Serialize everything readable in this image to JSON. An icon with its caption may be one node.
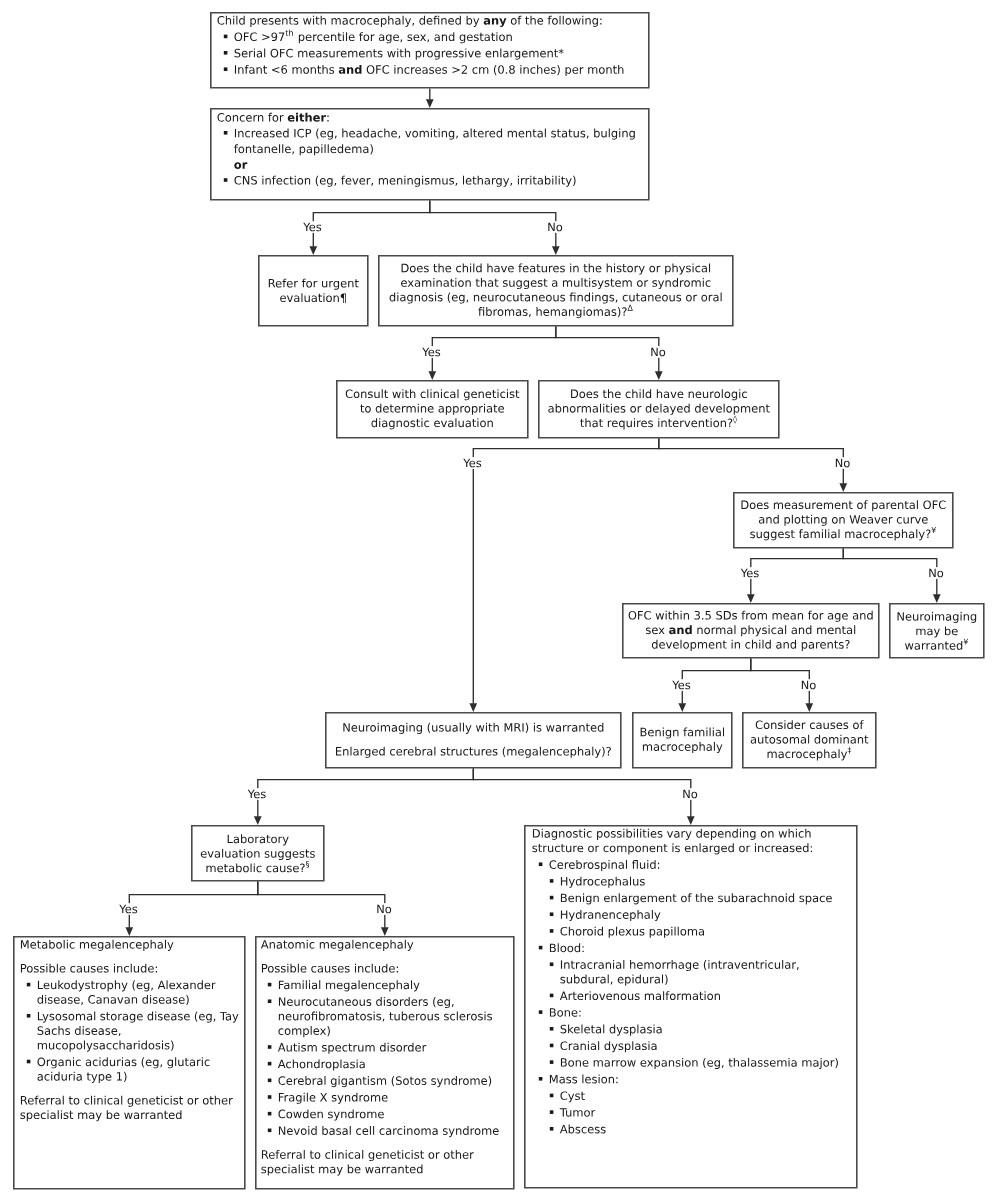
{
  "diagram": {
    "nodes": [
      {
        "text": [
          "Child presents with macrocephaly, defined by **any** of the following:",
          "OFC >97$^{th}$ percentile for age, sex, and gestation",
          "Serial OFC measurements with progressive enlargement*",
          "Infant <6 months **and** OFC increases >2 cm (0.8 inches) per month"
        ]
      },
      {
        "text": [
          "Concern for **either**:",
          "Increased ICP (eg, headache, vomiting, altered mental status, bulging fontanelle, papilledema)",
          "or",
          "CNS infection (eg, fever, meningismus, lethargy, irritability)"
        ]
      },
      {
        "text": [
          "Refer for urgent evaluation¶"
        ]
      },
      {
        "text": [
          "Does the child have features in the history or physical examination that suggest a multisystem or syndromic diagnosis (eg, neurocutaneous findings, cutaneous or oral fibromas, hemangiomas)?$^{Δ}$"
        ]
      },
      {
        "text": [
          "Consult with clinical geneticist to determine appropriate diagnostic evaluation"
        ]
      },
      {
        "text": [
          "Does the child have neurologic abnormalities or delayed development that requires intervention?$^{◊}$"
        ]
      },
      {
        "text": [
          "Does measurement of parental OFC and plotting on Weaver curve suggest familial macrocephaly?$^{¥}$"
        ]
      },
      {
        "text": [
          "OFC within 3.5 SDs from mean for age and sex **and** normal physical and mental development in child and parents?"
        ]
      },
      {
        "text": [
          "Neuroimaging may be warranted$^{¥}$"
        ]
      },
      {
        "text": [
          "Neuroimaging (usually with MRI) is warranted",
          "Enlarged cerebral structures (megalencephaly)?"
        ]
      },
      {
        "text": [
          "Benign familial macrocephaly"
        ]
      },
      {
        "text": [
          "Consider causes of autosomal dominant macrocephaly$^{‡}$"
        ]
      },
      {
        "text": [
          "Laboratory evaluation suggests metabolic cause?$^{§}$"
        ]
      },
      {
        "text": [
          "Diagnostic possibilities vary depending on which structure or component is enlarged or increased:",
          "Cerebrospinal fluid:",
          "Hydrocephalus",
          "Benign enlargement of the subarachnoid space",
          "Hydranencephaly",
          "Choroid plexus papilloma",
          "Blood:",
          "Intracranial hemorrhage (intraventricular, subdural, epidural)",
          "Arteriovenous malformation",
          "Bone:",
          "Skeletal dysplasia",
          "Cranial dysplasia",
          "Bone marrow expansion (eg, thalassemia major)",
          "Mass lesion:",
          "Cyst",
          "Tumor",
          "Abscess"
        ]
      },
      {
        "text": [
          "Metabolic megalencephaly",
          "Possible causes include:",
          "Leukodystrophy (eg, Alexander disease, Canavan disease)",
          "Lysosomal storage disease (eg, Tay Sachs disease, mucopolysaccharidosis)",
          "Organic acidurias (eg, glutaric aciduria type 1)",
          "Referral to clinical geneticist or other specialist may be warranted"
        ]
      },
      {
        "text": [
          "Anatomic megalencephaly",
          "Possible causes include:",
          "Familial megalencephaly",
          "Neurocutaneous disorders (eg, neurofibromatosis, tuberous sclerosis complex)",
          "Autism spectrum disorder",
          "Achondroplasia",
          "Cerebral gigantism (Sotos syndrome)",
          "Fragile X syndrome",
          "Cowden syndrome",
          "Nevoid basal cell carcinoma syndrome",
          "Referral to clinical geneticist or other specialist may be warranted"
        ]
      }
    ],
    "edges": [
      {
        "from": 0,
        "to": 1,
        "arrow": "to"
      },
      {
        "from": 1,
        "to": 2,
        "arrow": "to",
        "label": "Yes"
      },
      {
        "from": 1,
        "to": 3,
        "arrow": "to",
        "label": "No"
      },
      {
        "from": 3,
        "to": 4,
        "arrow": "to",
        "label": "Yes"
      },
      {
        "from": 3,
        "to": 5,
        "arrow": "to",
        "label": "No"
      },
      {
        "from": 5,
        "to": 9,
        "arrow": "to",
        "label": "Yes"
      },
      {
        "from": 5,
        "to": 6,
        "arrow": "to",
        "label": "No"
      },
      {
        "from": 6,
        "to": 7,
        "arrow": "to",
        "label": "Yes"
      },
      {
        "from": 6,
        "to": 8,
        "arrow": "to",
        "label": "No"
      },
      {
        "from": 7,
        "to": 10,
        "arrow": "to",
        "label": "Yes"
      },
      {
        "from": 7,
        "to": 11,
        "arrow": "to",
        "label": "No"
      },
      {
        "from": 9,
        "to": 12,
        "arrow": "to",
        "label": "Yes"
      },
      {
        "from": 9,
        "to": 13,
        "arrow": "to",
        "label": "No"
      },
      {
        "from": 12,
        "to": 14,
        "arrow": "to",
        "label": "Yes"
      },
      {
        "from": 12,
        "to": 15,
        "arrow": "to",
        "label": "No"
      }
    ]
  }
}
